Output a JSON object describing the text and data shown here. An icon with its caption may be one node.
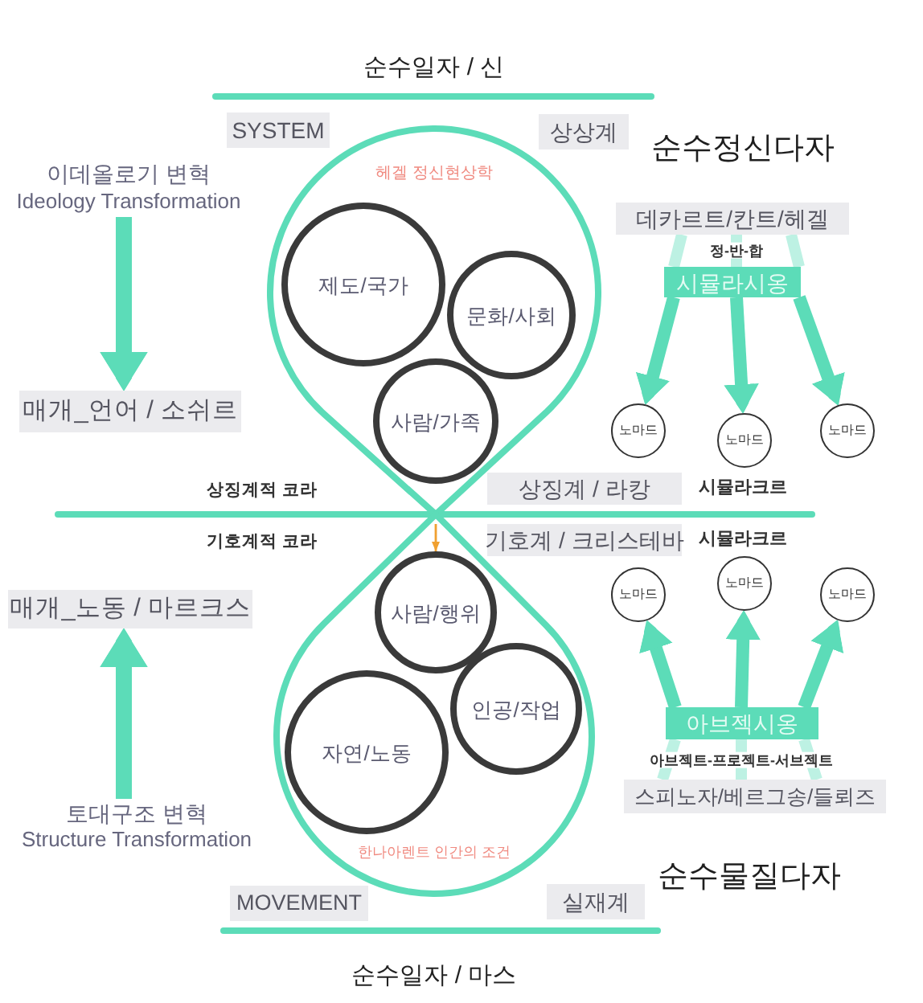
{
  "diagram": {
    "nodes": [
      {
        "text": [
          "SYSTEM"
        ]
      },
      {
        "text": [
          "상상계"
        ]
      },
      {
        "text": [
          "헤겔 정신현상학"
        ]
      },
      {
        "text": [
          "제도/국가"
        ],
        "in": 2
      },
      {
        "text": [
          "문화/사회"
        ],
        "in": 2
      },
      {
        "text": [
          "사람/가족"
        ],
        "in": 2
      },
      {
        "text": [
          "이데올로기 변혁",
          "Ideology Transformation"
        ]
      },
      {
        "text": [
          "데카르트/칸트/헤겔"
        ]
      },
      {
        "text": [
          "시뮬라시옹"
        ]
      },
      {
        "text": [
          "매개_언어 / 소쉬르"
        ]
      },
      {
        "text": [
          "노마드"
        ]
      },
      {
        "text": [
          "노마드"
        ]
      },
      {
        "text": [
          "노마드"
        ]
      },
      {
        "text": [
          "상징계 / 라캉"
        ]
      },
      {
        "text": [
          "기호계 / 크리스테바"
        ]
      },
      {
        "text": [
          "매개_노동 / 마르크스"
        ]
      },
      {
        "text": [
          "노마드"
        ]
      },
      {
        "text": [
          "노마드"
        ]
      },
      {
        "text": [
          "노마드"
        ]
      },
      {
        "text": [
          "한나아렌트 인간의 조건"
        ]
      },
      {
        "text": [
          "사람/행위"
        ],
        "in": 19
      },
      {
        "text": [
          "인공/작업"
        ],
        "in": 19
      },
      {
        "text": [
          "자연/노동"
        ],
        "in": 19
      },
      {
        "text": [
          "아브젝시옹"
        ]
      },
      {
        "text": [
          "스피노자/베르그송/들뢰즈"
        ]
      },
      {
        "text": [
          "토대구조 변혁",
          "Structure Transformation"
        ]
      },
      {
        "text": [
          "MOVEMENT"
        ]
      },
      {
        "text": [
          "실재계"
        ]
      }
    ],
    "edges": [
      {
        "from": 6,
        "to": 9,
        "arrow": "to"
      },
      {
        "from": 7,
        "to": 8,
        "arrow": "none",
        "color": "#bdf1e3"
      },
      {
        "from": 7,
        "to": 8,
        "arrow": "none",
        "color": "#bdf1e3",
        "label": "정-반-합"
      },
      {
        "from": 7,
        "to": 8,
        "arrow": "none",
        "color": "#bdf1e3"
      },
      {
        "from": 8,
        "to": 10,
        "arrow": "to"
      },
      {
        "from": 8,
        "to": 11,
        "arrow": "to"
      },
      {
        "from": 8,
        "to": 12,
        "arrow": "to"
      },
      {
        "from": null,
        "to": 20,
        "arrow": "to",
        "color": "#f0a030"
      },
      {
        "from": 24,
        "to": 23,
        "arrow": "none",
        "color": "#bdf1e3"
      },
      {
        "from": 24,
        "to": 23,
        "arrow": "none",
        "color": "#bdf1e3",
        "label": "아브젝트-프로젝트-서브젝트"
      },
      {
        "from": 24,
        "to": 23,
        "arrow": "none",
        "color": "#bdf1e3"
      },
      {
        "from": 23,
        "to": 16,
        "arrow": "to"
      },
      {
        "from": 23,
        "to": 17,
        "arrow": "to"
      },
      {
        "from": 23,
        "to": 18,
        "arrow": "to"
      },
      {
        "from": 25,
        "to": 15,
        "arrow": "to"
      }
    ],
    "labels": [
      "순수일자 / 신",
      "순수정신다자",
      "상징계적 코라",
      "시뮬라크르",
      "기호계적 코라",
      "시뮬라크르",
      "순수물질다자",
      "순수일자 / 마스"
    ]
  }
}
